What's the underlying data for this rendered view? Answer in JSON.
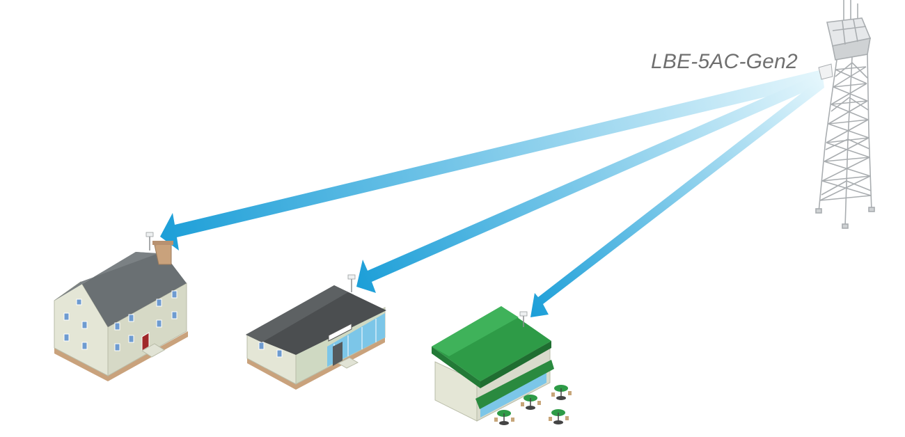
{
  "device_label": "LBE-5AC-Gen2",
  "links": [
    {
      "target": "house"
    },
    {
      "target": "office"
    },
    {
      "target": "cafe"
    }
  ],
  "colors": {
    "beam_start": "#dff4fb",
    "beam_end": "#1d9fd8",
    "tower": "#d4d6d8",
    "house_roof": "#6a7073",
    "office_roof": "#4b4e50",
    "cafe_roof": "#2e9b47",
    "wall": "#d9dbcc",
    "window": "#6e9bd0",
    "base": "#c9a27c"
  }
}
